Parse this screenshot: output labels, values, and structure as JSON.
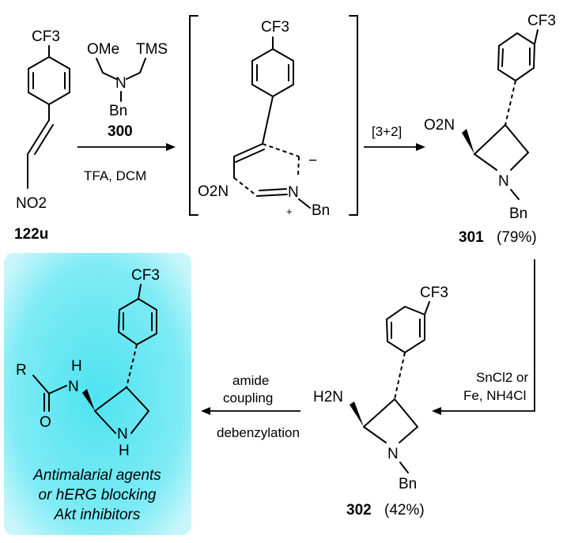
{
  "labels": {
    "cf3": "CF3",
    "no2": "NO2",
    "o2n": "O2N",
    "ome": "OMe",
    "tms": "TMS",
    "n": "N",
    "bn": "Bn",
    "h2n": "H2N",
    "r": "R",
    "h": "H",
    "o": "O",
    "plus": "+",
    "minus": "−"
  },
  "compounds": {
    "c122u": "122u",
    "c300": "300",
    "c301": "301",
    "c301_yield": "(79%)",
    "c302": "302",
    "c302_yield": "(42%)"
  },
  "conditions": {
    "step1": "TFA, DCM",
    "cycloaddition": "[3+2]",
    "reduction_line1": "SnCl2 or",
    "reduction_line2": "Fe, NH4Cl",
    "amide_line1": "amide",
    "amide_line2": "coupling",
    "debenzylation": "debenzylation"
  },
  "application": {
    "line1": "Antimalarial agents",
    "line2": "or hERG blocking",
    "line3": "Akt inhibitors",
    "box_color_inner": "#4ee3f0",
    "box_color_outer": "#c9f6fb"
  }
}
